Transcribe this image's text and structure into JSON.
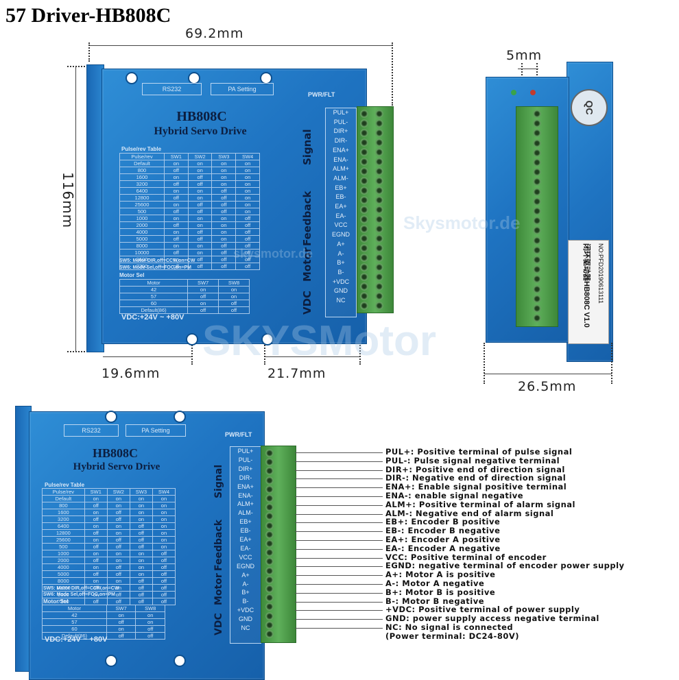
{
  "title": "57 Driver-HB808C",
  "dims": {
    "width": "69.2mm",
    "height": "116mm",
    "bottom_left": "19.6mm",
    "bottom_right": "21.7mm",
    "terminal_offset": "5mm",
    "depth": "26.5mm"
  },
  "watermarks": {
    "main": "SKYSMotor",
    "side": "Skysmotor.de",
    "small": "skysmotor.de"
  },
  "driver": {
    "port_rs232": "RS232",
    "port_pa": "PA Setting",
    "pwr_flt": "PWR/FLT",
    "model": "HB808C",
    "name": "Hybrid Servo Drive",
    "pulse_table_title": "Pulse/rev Table",
    "pulse_table": {
      "headers": [
        "Pulse/rev",
        "SW1",
        "SW2",
        "SW3",
        "SW4"
      ],
      "rows": [
        [
          "Default",
          "on",
          "on",
          "on",
          "on"
        ],
        [
          "800",
          "off",
          "on",
          "on",
          "on"
        ],
        [
          "1600",
          "on",
          "off",
          "on",
          "on"
        ],
        [
          "3200",
          "off",
          "off",
          "on",
          "on"
        ],
        [
          "6400",
          "on",
          "on",
          "off",
          "on"
        ],
        [
          "12800",
          "off",
          "on",
          "off",
          "on"
        ],
        [
          "25600",
          "on",
          "off",
          "off",
          "on"
        ],
        [
          "500",
          "off",
          "off",
          "off",
          "on"
        ],
        [
          "1000",
          "on",
          "on",
          "on",
          "off"
        ],
        [
          "2000",
          "off",
          "on",
          "on",
          "off"
        ],
        [
          "4000",
          "on",
          "off",
          "on",
          "off"
        ],
        [
          "5000",
          "off",
          "off",
          "on",
          "off"
        ],
        [
          "8000",
          "on",
          "on",
          "off",
          "off"
        ],
        [
          "10000",
          "off",
          "on",
          "off",
          "off"
        ],
        [
          "3600",
          "on",
          "off",
          "off",
          "off"
        ],
        [
          "7200",
          "off",
          "off",
          "off",
          "off"
        ]
      ]
    },
    "sw5_note": "SW5: Motor DIR,off=CCW,on=CW",
    "sw6_note": "SW6: Mode Sel,off=FOC,on=PM",
    "motor_sel_title": "Motor Sel",
    "motor_table": {
      "headers": [
        "Motor",
        "SW7",
        "SW8"
      ],
      "rows": [
        [
          "42",
          "on",
          "on"
        ],
        [
          "57",
          "off",
          "on"
        ],
        [
          "60",
          "on",
          "off"
        ],
        [
          "Default(86)",
          "off",
          "off"
        ]
      ]
    },
    "vdc_rating": "VDC:+24V ~ +80V",
    "groups": {
      "signal": "Signal",
      "feedback": "Feedback",
      "motor": "Motor",
      "vdc": "VDC"
    },
    "pins": {
      "signal": [
        "PUL+",
        "PUL-",
        "DIR+",
        "DIR-",
        "ENA+",
        "ENA-",
        "ALM+",
        "ALM-"
      ],
      "feedback": [
        "EB+",
        "EB-",
        "EA+",
        "EA-",
        "VCC",
        "EGND"
      ],
      "motor": [
        "A+",
        "A-",
        "B+",
        "B-"
      ],
      "vdc": [
        "+VDC",
        "GND",
        "NC"
      ]
    }
  },
  "side_view": {
    "qc": "QC",
    "sticker_line1": "闭环驱动器HB808C V1.0",
    "sticker_line2": "NO:PFD20190613111"
  },
  "pin_descriptions": [
    "PUL+: Positive terminal of pulse signal",
    "PUL-: Pulse signal negative terminal",
    "DIR+: Positive end of direction signal",
    "DIR-: Negative end of direction signal",
    "ENA+: Enable signal positive terminal",
    "ENA-: enable signal negative",
    "ALM+: Positive terminal of alarm signal",
    "ALM-: Negative end of alarm signal",
    "EB+: Encoder B positive",
    "EB-: Encoder B negative",
    "EA+: Encoder A positive",
    "EA-: Encoder A negative",
    "VCC: Positive terminal of encoder",
    "EGND: negative terminal of encoder power supply",
    "A+: Motor A is positive",
    "A-: Motor A negative",
    "B+: Motor B is positive",
    "B-: Motor B negative",
    "+VDC: Positive terminal of power supply",
    "GND: power supply access negative terminal",
    "NC: No signal is connected",
    "(Power terminal: DC24-80V)"
  ]
}
